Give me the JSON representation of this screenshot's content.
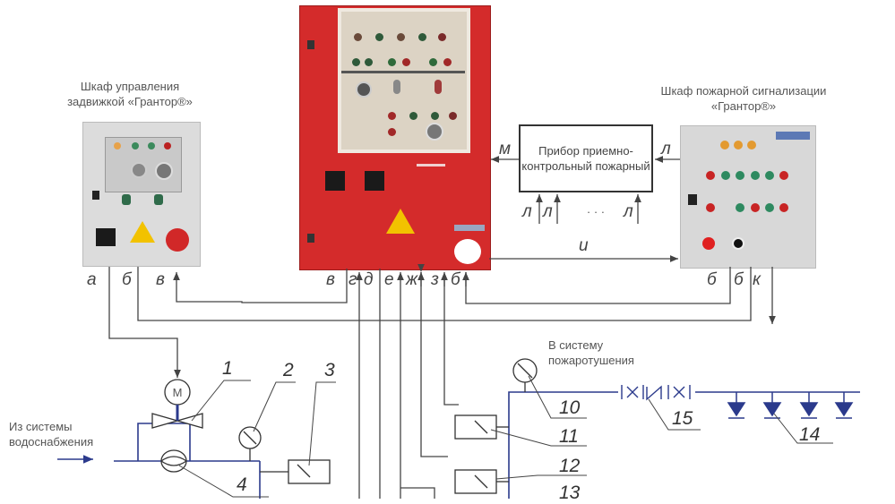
{
  "labels": {
    "valve_cabinet": "Шкаф управления задвижкой «Грантор®»",
    "alarm_cabinet": "Шкаф пожарной сигнализации «Грантор®»",
    "ppk": "Прибор приемно-контрольный пожарный",
    "from_water": "Из системы водоснабжения",
    "to_fire": "В систему пожаротушения",
    "motor": "M",
    "dots": "· · ·"
  },
  "connection_letters": {
    "valve": [
      "а",
      "б",
      "в"
    ],
    "main": [
      "в",
      "г",
      "д",
      "е",
      "ж",
      "з",
      "б"
    ],
    "alarm": [
      "б",
      "б",
      "к"
    ],
    "ppk_in": [
      "л",
      "л",
      "л"
    ],
    "ppk_right": "л",
    "ppk_left": "м",
    "link_i": "и"
  },
  "callouts": [
    "1",
    "2",
    "3",
    "4",
    "10",
    "11",
    "12",
    "13",
    "14",
    "15"
  ],
  "colors": {
    "main_cabinet": "#d42b2b",
    "cabinet_gray": "#d8d8d8",
    "pipe_blue": "#2b3a8c",
    "wire": "#444444"
  }
}
